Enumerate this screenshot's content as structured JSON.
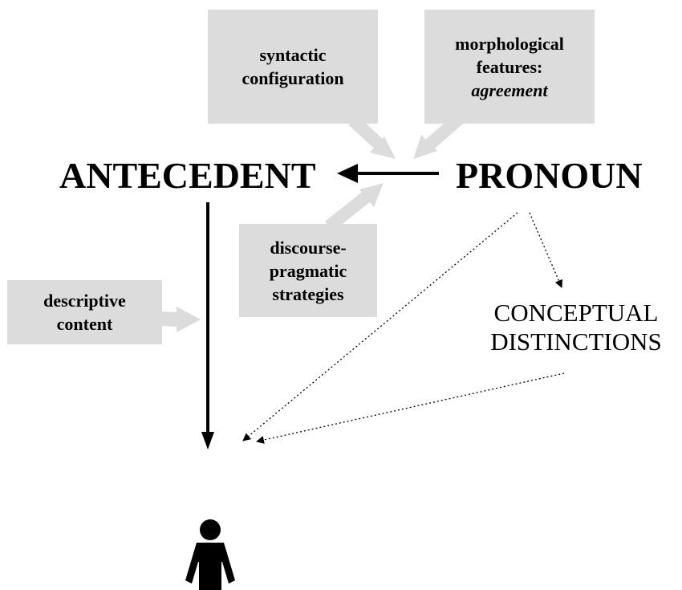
{
  "boxes": {
    "syntactic": {
      "line1": "syntactic",
      "line2": "configuration"
    },
    "morphological": {
      "line1": "morphological",
      "line2": "features:",
      "line3": "agreement"
    },
    "discourse": {
      "line1": "discourse-",
      "line2": "pragmatic",
      "line3": "strategies"
    },
    "descriptive": {
      "line1": "descriptive",
      "line2": "content"
    }
  },
  "antecedent": "ANTECEDENT",
  "pronoun": "PRONOUN",
  "conceptual": {
    "line1": "CONCEPTUAL",
    "line2": "DISTINCTIONS"
  },
  "colors": {
    "box_fill": "#dcdcdc",
    "gray_arrow": "#dcdcdc",
    "ink": "#000000"
  },
  "icons": {
    "referent": "person-icon"
  }
}
